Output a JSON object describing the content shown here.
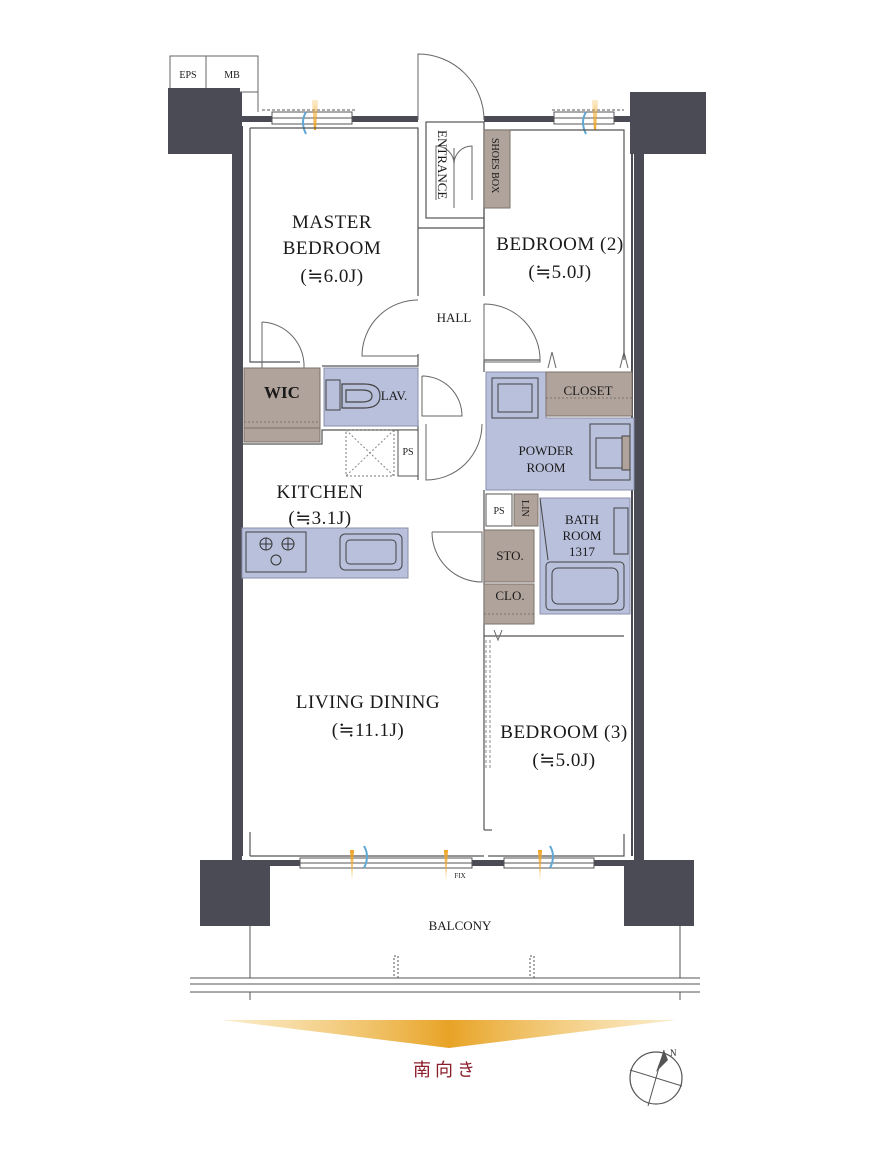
{
  "plan": {
    "labels": {
      "eps": "EPS",
      "mb": "MB",
      "entrance": "ENTRANCE",
      "shoes_box": "SHOES BOX",
      "master_bedroom_line1": "MASTER",
      "master_bedroom_line2": "BEDROOM",
      "master_bedroom_size": "(≒6.0J)",
      "bedroom2": "BEDROOM (2)",
      "bedroom2_size": "(≒5.0J)",
      "hall": "HALL",
      "wic": "WIC",
      "lav": "LAV.",
      "closet": "CLOSET",
      "powder_room_line1": "POWDER",
      "powder_room_line2": "ROOM",
      "ps_kitchen": "PS",
      "ps_bath": "PS",
      "lin": "LIN",
      "kitchen": "KITCHEN",
      "kitchen_size": "(≒3.1J)",
      "bath_room_line1": "BATH",
      "bath_room_line2": "ROOM",
      "bath_room_model": "1317",
      "sto": "STO.",
      "clo": "CLO.",
      "living_dining": "LIVING DINING",
      "living_dining_size": "(≒11.1J)",
      "bedroom3": "BEDROOM (3)",
      "bedroom3_size": "(≒5.0J)",
      "fix": "FIX",
      "balcony": "BALCONY",
      "orientation": "南向き",
      "compass_north": "N"
    },
    "colors": {
      "wall": "#4a4b54",
      "wet_area": "#b9c0dc",
      "storage": "#b0a39b",
      "orientation_text": "#8b1e2b",
      "arrow_gold": "#f0b23c",
      "window_arrow_blue": "#5fa8d6"
    }
  }
}
